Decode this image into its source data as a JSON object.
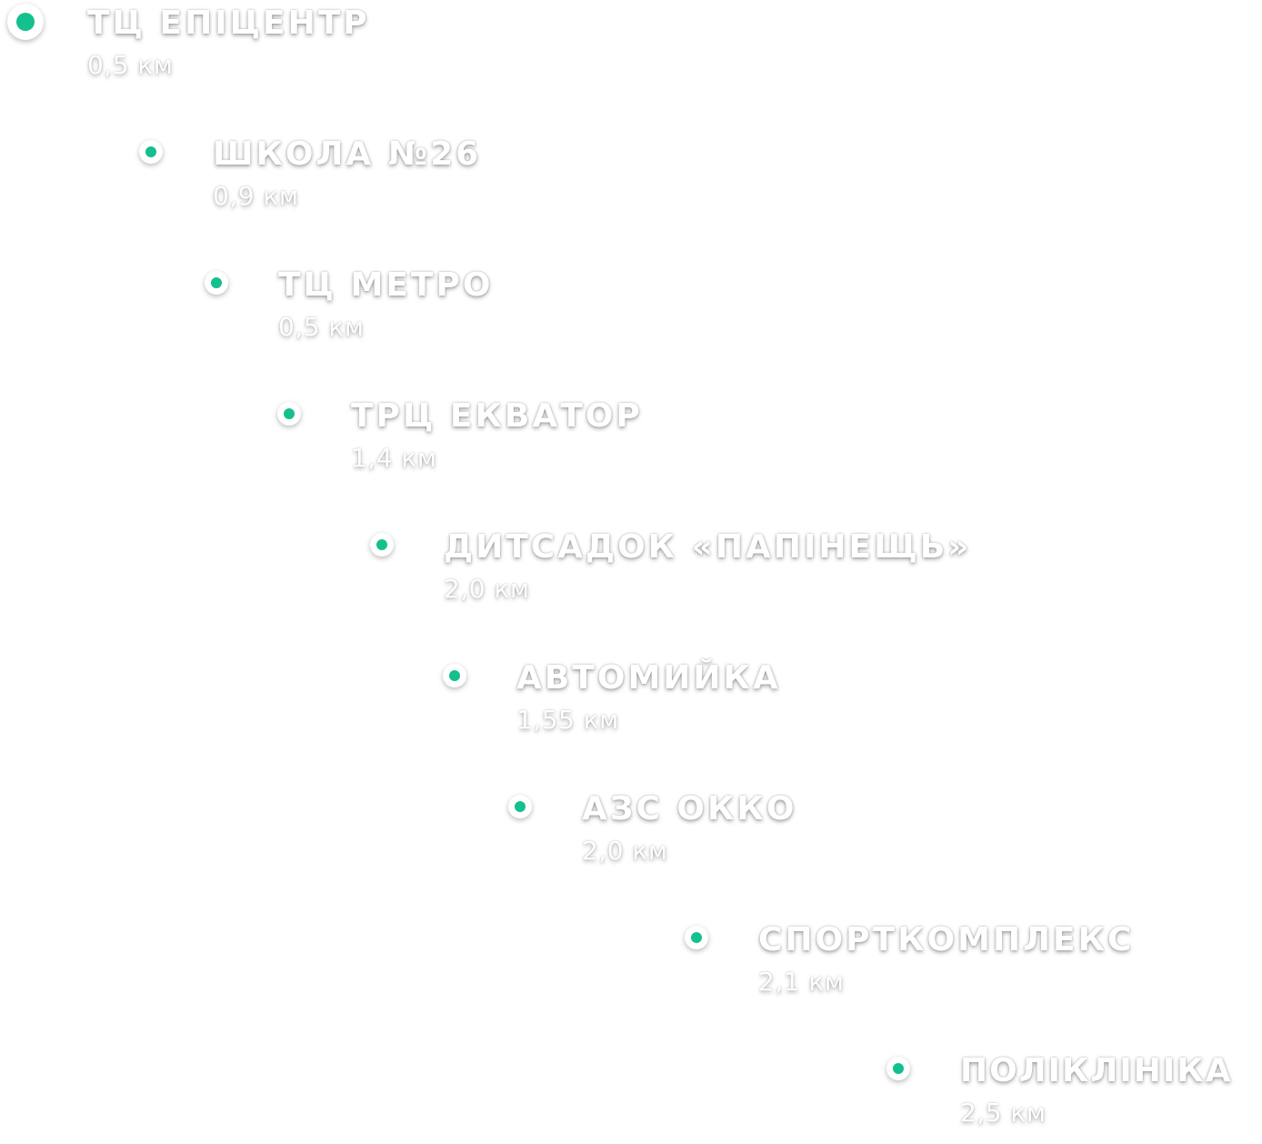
{
  "accent_color": "#14c08d",
  "pois": [
    {
      "name": "ТЦ ЕПІЦЕНТР",
      "distance": "0,5 км"
    },
    {
      "name": "ШКОЛА №26",
      "distance": "0,9 км"
    },
    {
      "name": "ТЦ МЕТРО",
      "distance": "0,5 км"
    },
    {
      "name": "ТРЦ ЕКВАТОР",
      "distance": "1,4 км"
    },
    {
      "name": "ДИТСАДОК «ПАПІНЕЩЬ»",
      "distance": "2,0 км"
    },
    {
      "name": "АВТОМИЙКА",
      "distance": "1,55 км"
    },
    {
      "name": "АЗС ОККО",
      "distance": "2,0 км"
    },
    {
      "name": "СПОРТКОМПЛЕКС",
      "distance": "2,1 км"
    },
    {
      "name": "ПОЛІКЛІНІКА",
      "distance": "2,5 км"
    }
  ]
}
